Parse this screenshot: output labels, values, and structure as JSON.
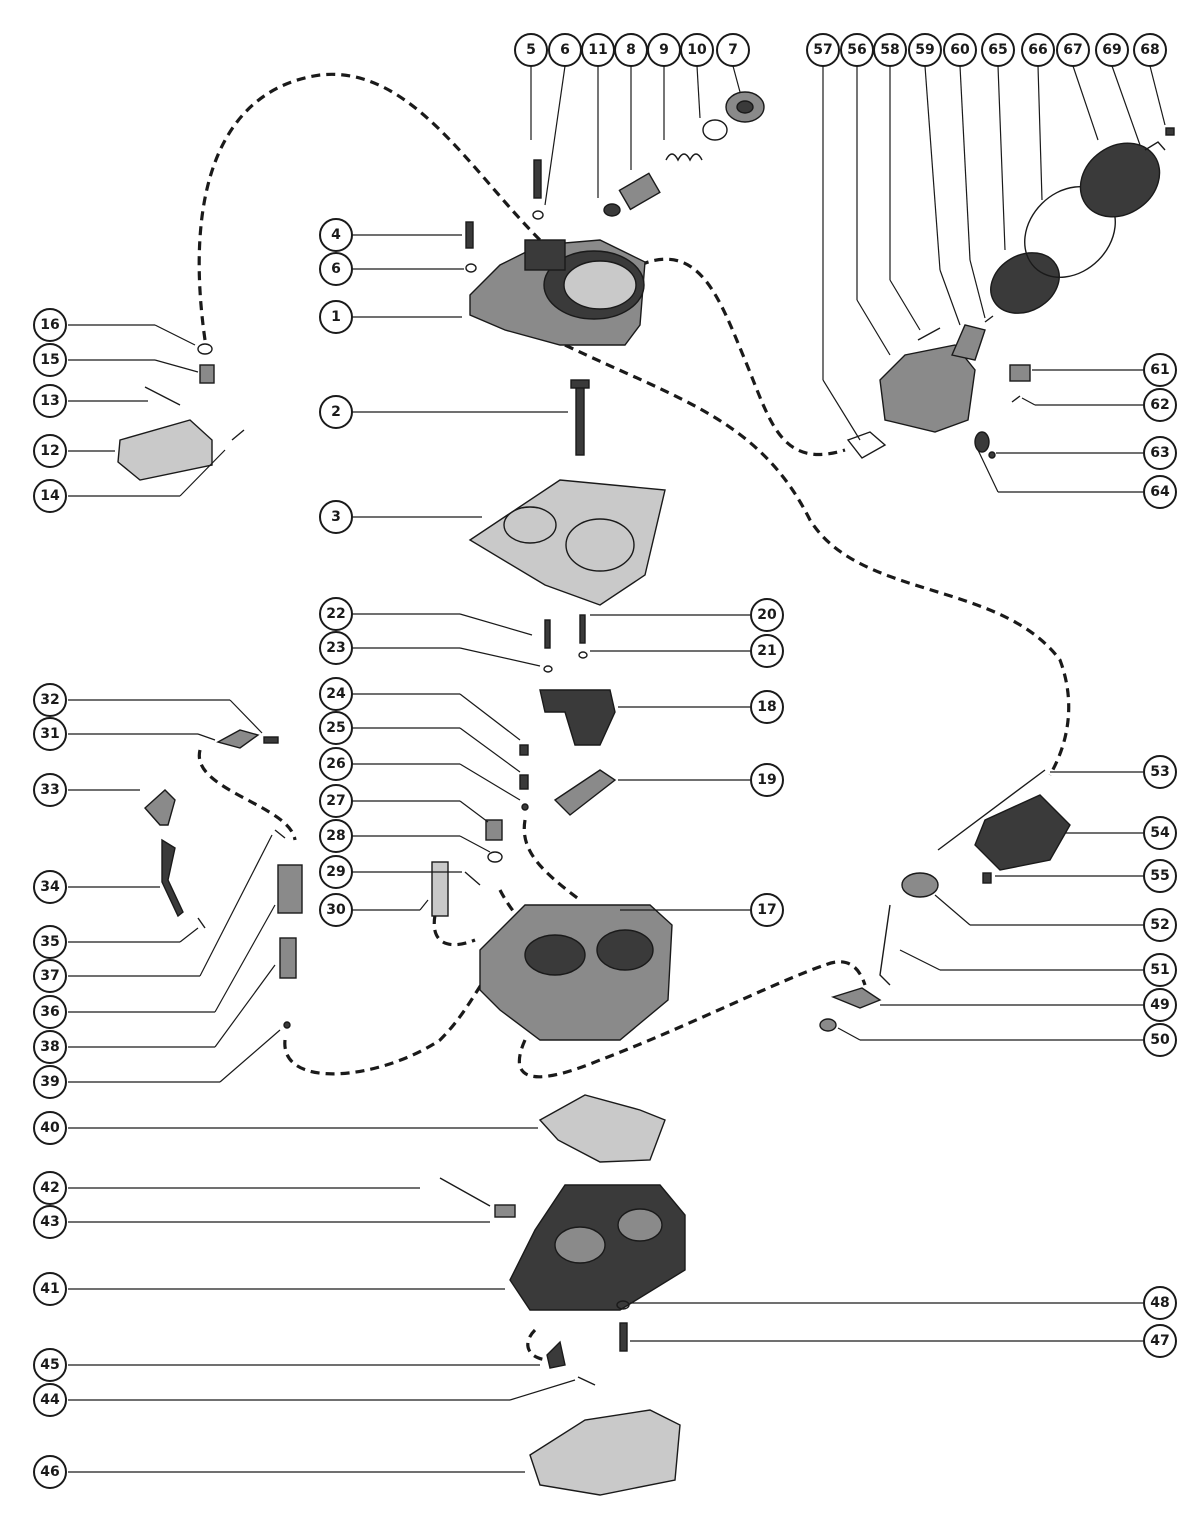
{
  "callouts": [
    "1",
    "2",
    "3",
    "4",
    "5",
    "6",
    "7",
    "8",
    "9",
    "10",
    "11",
    "12",
    "13",
    "14",
    "15",
    "16",
    "17",
    "18",
    "19",
    "20",
    "21",
    "22",
    "23",
    "24",
    "25",
    "26",
    "27",
    "28",
    "29",
    "30",
    "31",
    "32",
    "33",
    "34",
    "35",
    "36",
    "37",
    "38",
    "39",
    "40",
    "41",
    "42",
    "43",
    "44",
    "45",
    "46",
    "47",
    "48",
    "49",
    "50",
    "51",
    "52",
    "53",
    "54",
    "55",
    "56",
    "57",
    "58",
    "59",
    "60",
    "61",
    "62",
    "63",
    "64",
    "65",
    "66",
    "67",
    "68",
    "69",
    "6"
  ],
  "colors": {
    "ink": "#1a1a1a",
    "paper": "#ffffff",
    "casting_dark": "#3a3a3a",
    "casting_mid": "#8a8a8a",
    "casting_light": "#c9c9c9"
  }
}
